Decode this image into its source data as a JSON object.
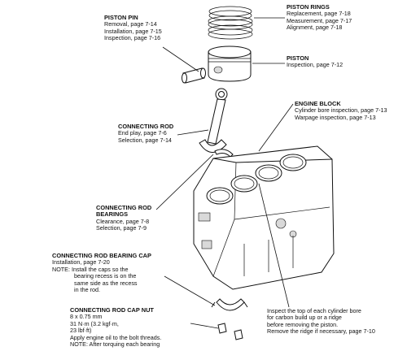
{
  "callouts": {
    "piston_pin": {
      "title": "PISTON PIN",
      "lines": [
        "Removal, page 7-14",
        "Installation, page 7-15",
        "Inspection, page 7-16"
      ]
    },
    "piston_rings": {
      "title": "PISTON RINGS",
      "lines": [
        "Replacement, page 7-18",
        "Measurement, page 7-17",
        "Alignment, page 7-18"
      ]
    },
    "piston": {
      "title": "PISTON",
      "lines": [
        "Inspection, page 7-12"
      ]
    },
    "connecting_rod": {
      "title": "CONNECTING ROD",
      "lines": [
        "End play, page 7-6",
        "Selection, page 7-14"
      ]
    },
    "engine_block": {
      "title": "ENGINE BLOCK",
      "lines": [
        "Cylinder bore inspection, page 7-13",
        "Warpage inspection, page 7-13"
      ]
    },
    "rod_bearings": {
      "title_lines": [
        "CONNECTING ROD",
        "BEARINGS"
      ],
      "lines": [
        "Clearance, page 7-8",
        "Selection, page 7-9"
      ]
    },
    "bearing_cap": {
      "title": "CONNECTING ROD BEARING CAP",
      "lines": [
        "Installation, page 7-20",
        "NOTE:  Install the caps so the",
        "bearing recess is on the",
        "same side as the recess",
        "in the rod."
      ]
    },
    "cap_nut": {
      "title": "CONNECTING ROD CAP NUT",
      "lines": [
        "8 x 0.75 mm",
        "31 N·m (3.2 kgf·m,",
        "23 lbf·ft)",
        "Apply engine oil to the bolt threads.",
        "NOTE:  After torquing each bearing"
      ]
    },
    "bore_note": {
      "lines": [
        "Inspect the top of each cylinder bore",
        "for carbon build up or a ridge",
        "before removing the piston.",
        "Remove the ridge if necessary, page 7-10"
      ]
    }
  }
}
